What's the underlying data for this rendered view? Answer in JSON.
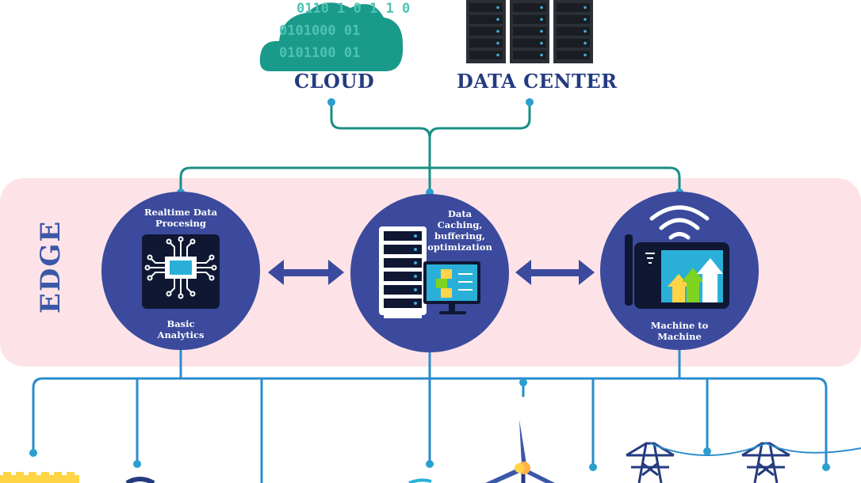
{
  "top": {
    "cloud_label": "CLOUD",
    "cloud_binary_lines": [
      "0110 1 0 1 1 0",
      "0101000 01",
      "0101100 01"
    ],
    "datacenter_label": "DATA CENTER"
  },
  "edge": {
    "band_label": "EDGE",
    "nodes": [
      {
        "top_text": [
          "Realtime Data",
          "Procesing"
        ],
        "bottom_text": [
          "Basic",
          "Analytics"
        ]
      },
      {
        "side_text": [
          "Data",
          "Caching,",
          "buffering,",
          "optimization"
        ]
      },
      {
        "bottom_text": [
          "Machine to",
          "Machine"
        ]
      }
    ]
  },
  "colors": {
    "navy": "#253b80",
    "circle": "#3b4a9c",
    "teal_line": "#1a8f84",
    "blue_line": "#2a8ccd",
    "cloud": "#1a9a8a",
    "band": "#fde3e8",
    "accent_yellow": "#ffd447"
  }
}
